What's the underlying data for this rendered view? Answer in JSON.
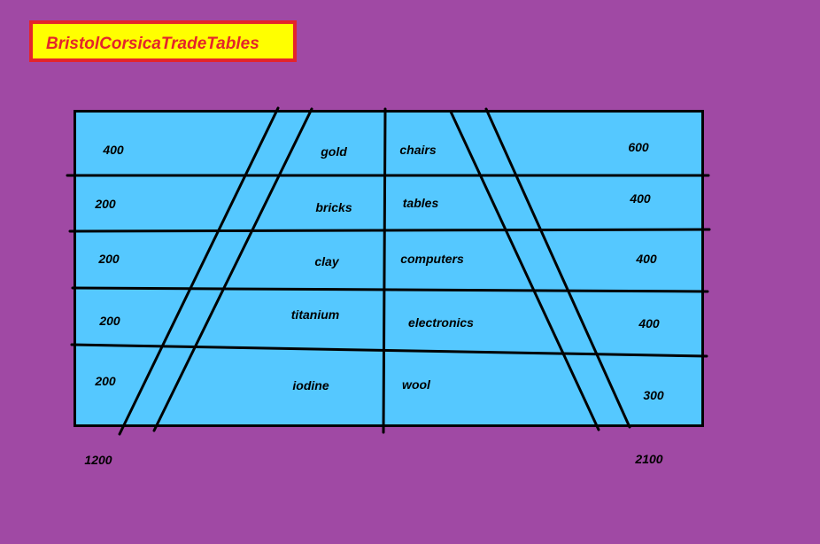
{
  "title": "BristolCorsicaTradeTables",
  "rows": [
    {
      "left_value": "400",
      "left_item": "gold",
      "right_item": "chairs",
      "right_value": "600"
    },
    {
      "left_value": "200",
      "left_item": "bricks",
      "right_item": "tables",
      "right_value": "400"
    },
    {
      "left_value": "200",
      "left_item": "clay",
      "right_item": "computers",
      "right_value": "400"
    },
    {
      "left_value": "200",
      "left_item": "titanium",
      "right_item": "electronics",
      "right_value": "400"
    },
    {
      "left_value": "200",
      "left_item": "iodine",
      "right_item": "wool",
      "right_value": "300"
    }
  ],
  "totals": {
    "left": "1200",
    "right": "2100"
  },
  "colors": {
    "background": "#a049a4",
    "table_fill": "#55c8ff",
    "title_fill": "#ffff00",
    "title_border": "#e4242b"
  }
}
